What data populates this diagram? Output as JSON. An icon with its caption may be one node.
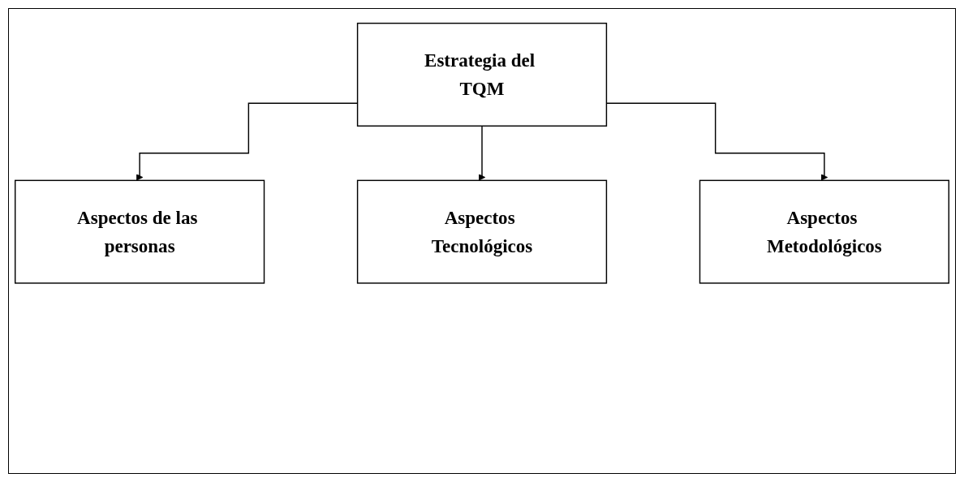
{
  "diagram": {
    "nodes": [
      {
        "text": [
          "Estrategia del TQM"
        ]
      },
      {
        "text": [
          "Aspectos de las personas"
        ]
      },
      {
        "text": [
          "Aspectos Tecnológicos"
        ]
      },
      {
        "text": [
          "Aspectos Metodológicos"
        ]
      }
    ],
    "edges": [
      {
        "from": 0,
        "to": 1,
        "arrow": "to"
      },
      {
        "from": 0,
        "to": 2,
        "arrow": "to"
      },
      {
        "from": 0,
        "to": 3,
        "arrow": "to"
      }
    ]
  }
}
